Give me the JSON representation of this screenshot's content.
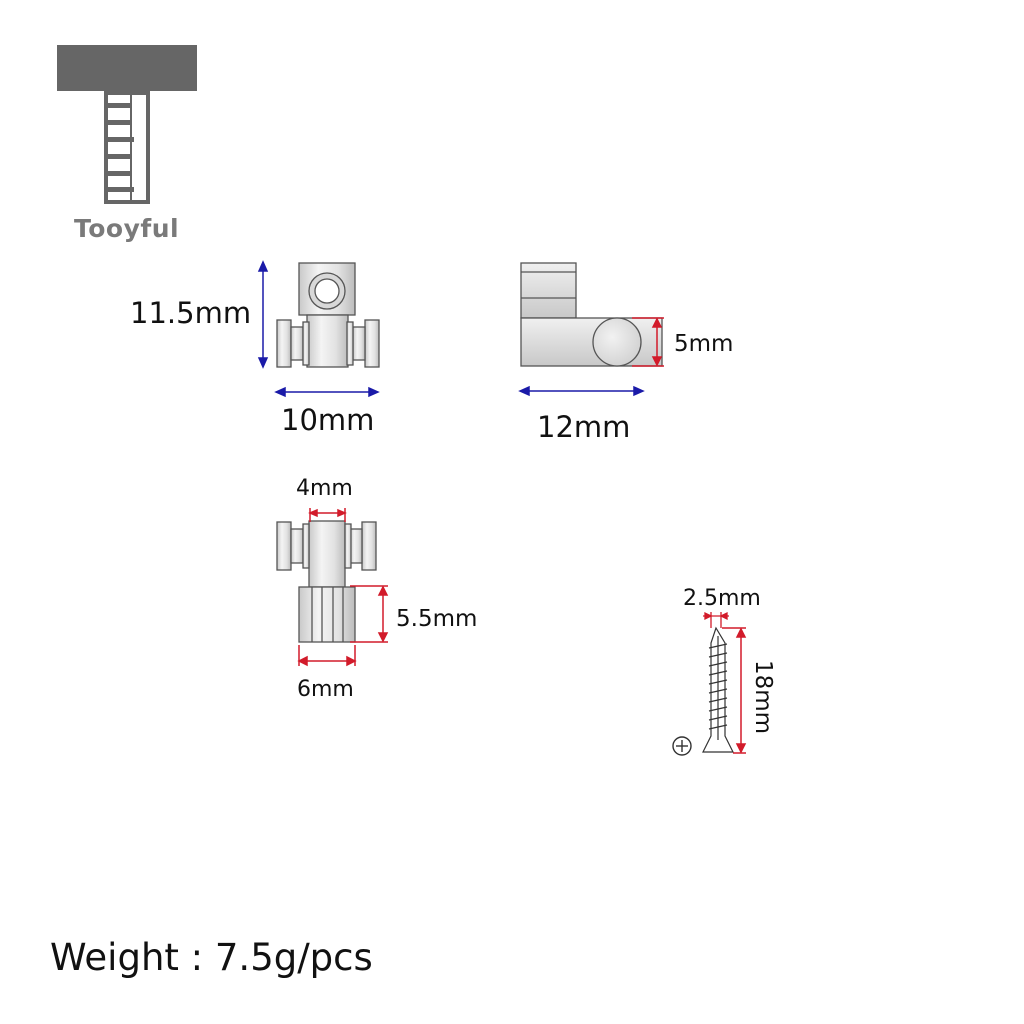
{
  "brand": {
    "name": "Tooyful",
    "icon": "tooyful-logo"
  },
  "dimensions": {
    "front_height": "11.5mm",
    "front_width": "10mm",
    "side_height": "5mm",
    "side_length": "12mm",
    "top_width": "4mm",
    "bottom_height": "5.5mm",
    "bottom_width": "6mm",
    "screw_diameter": "2.5mm",
    "screw_length": "18mm"
  },
  "weight": "Weight : 7.5g/pcs",
  "colors": {
    "dim_blue": "#1a1aa8",
    "dim_red": "#d21b2a",
    "logo_gray": "#7a7a7a",
    "logo_dark": "#666666"
  }
}
